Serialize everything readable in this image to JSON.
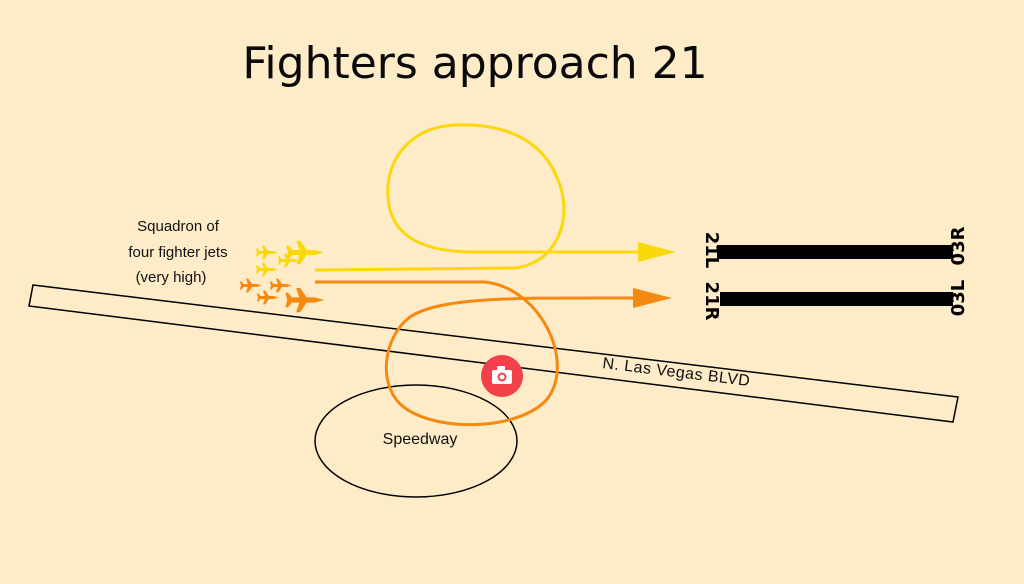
{
  "title": "Fighters approach 21",
  "squadron": {
    "line1": "Squadron of",
    "line2": "four fighter jets",
    "line3": "(very high)"
  },
  "road": {
    "label": "N. Las Vegas BLVD"
  },
  "speedway": {
    "label": "Speedway"
  },
  "runways": {
    "left": {
      "approach_end": "21L",
      "far_end": "03R"
    },
    "right": {
      "approach_end": "21R",
      "far_end": "03L"
    }
  },
  "colors": {
    "background": "#feebc8",
    "yellow_route": "#fbd80b",
    "orange_route": "#f68a10",
    "runway": "#000000",
    "camera_marker": "#f2414a"
  },
  "icons": {
    "photo_spot": "camera-icon",
    "aircraft": "fighter-jet-icon"
  }
}
